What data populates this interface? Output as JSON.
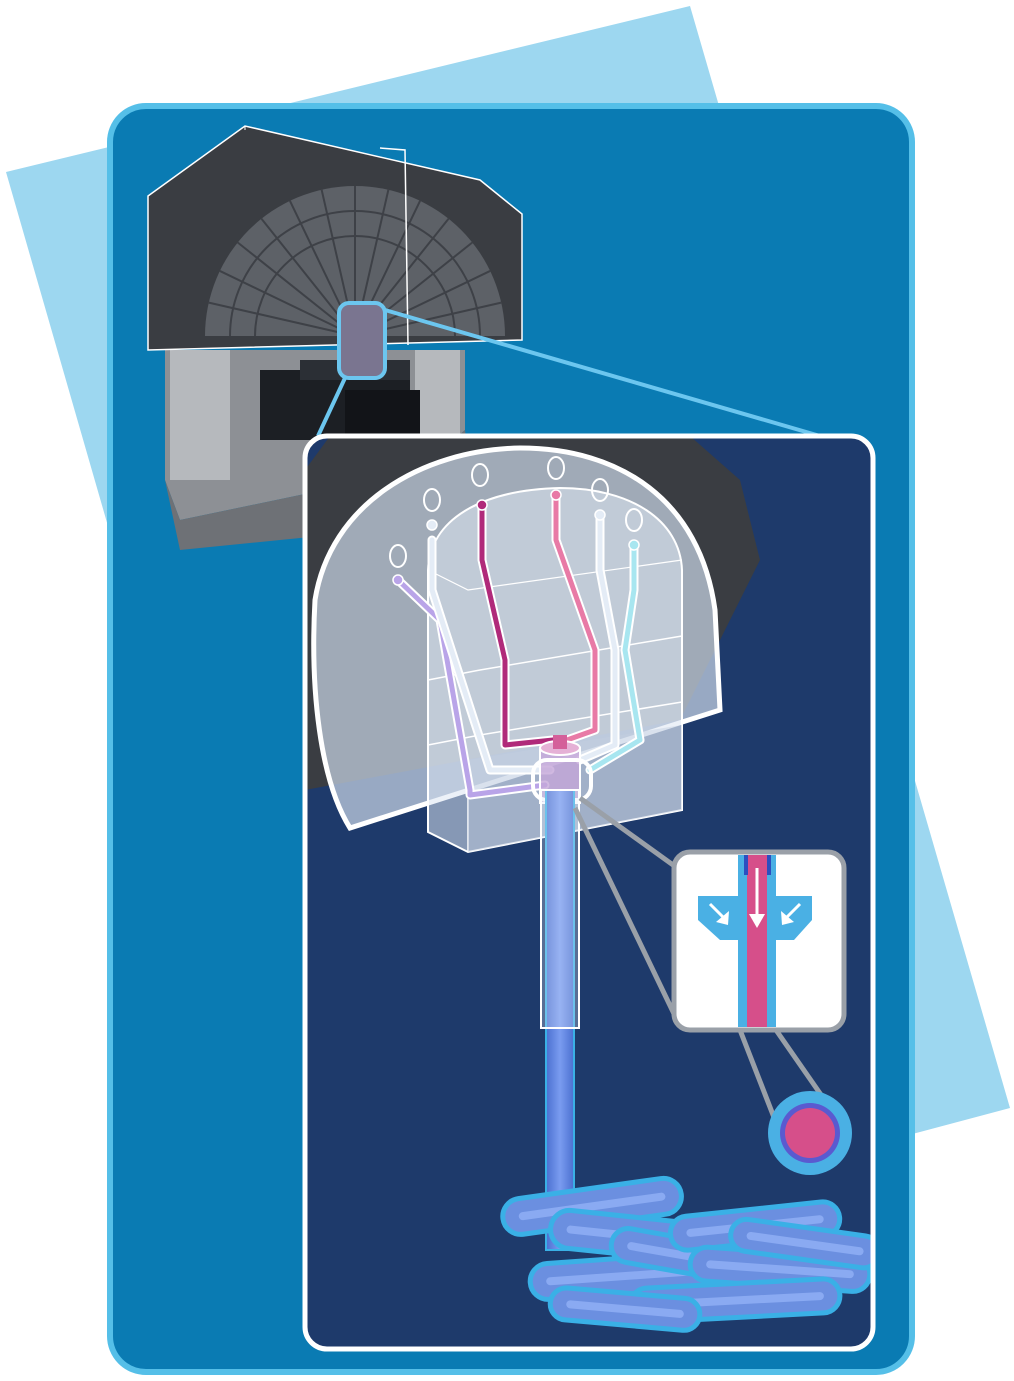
{
  "colors": {
    "background": "#ffffff",
    "backdrop": "#9dd7f0",
    "panel": "#0a7bb3",
    "panel_border": "#55bfe8",
    "inset_bg": "#1e3a6b",
    "inset_border": "#ffffff",
    "housing_dark": "#3a3d42",
    "housing_mid": "#55595f",
    "base_gray": "#9a9da2",
    "glass": "#c9d6e6",
    "fiber_blue": "#6b8fe0",
    "fiber_magenta": "#b02a7a",
    "fiber_pink": "#e87aa6",
    "fiber_lavender": "#b9a4e8",
    "fiber_light": "#e4ecf6",
    "fiber_cyan": "#a8e6f0",
    "callout_line": "#9aa0a8",
    "core_pink": "#d64f8a",
    "cladding_blue": "#4ab0e4"
  },
  "icons": {
    "housing": "machine-housing-icon",
    "manifold": "fiber-manifold-icon",
    "zoom_detail": "junction-detail-icon",
    "cross_section": "fiber-cross-section-icon",
    "coil": "fiber-coil-icon"
  },
  "diagram": {
    "channels": [
      {
        "name": "lavender",
        "color": "#b9a4e8"
      },
      {
        "name": "light-left",
        "color": "#e4ecf6"
      },
      {
        "name": "magenta",
        "color": "#b02a7a"
      },
      {
        "name": "pink",
        "color": "#e87aa6"
      },
      {
        "name": "light-right",
        "color": "#e4ecf6"
      },
      {
        "name": "cyan",
        "color": "#a8e6f0"
      }
    ]
  }
}
